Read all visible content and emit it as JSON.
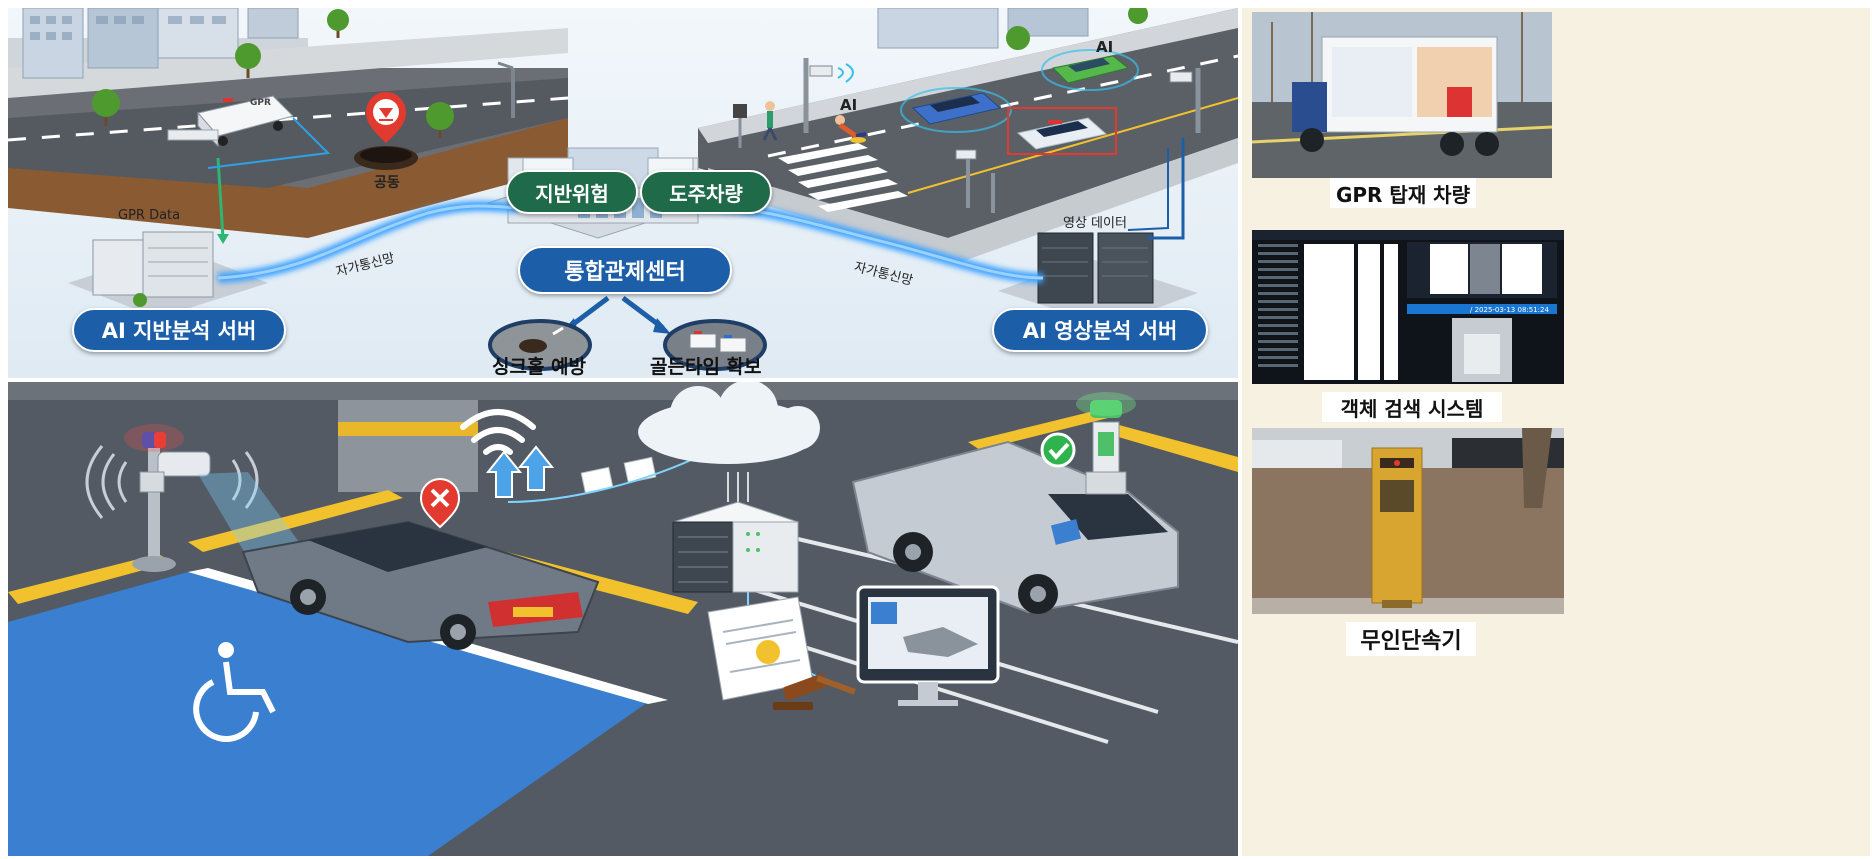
{
  "top_panel": {
    "sinkhole_label": "공동",
    "gpr_data_label": "GPR Data",
    "gpr_van_text": "GPR",
    "ai_label_left": "AI",
    "ai_label_right": "AI",
    "video_data_label": "영상 데이터",
    "network_left_label": "자가통신망",
    "network_right_label": "자가통신망",
    "badge_ground_risk": "지반위험",
    "badge_escaping_vehicle": "도주차량",
    "control_center": "통합관제센터",
    "ai_ground_server": "AI 지반분석 서버",
    "ai_video_server": "AI 영상분석 서버",
    "outcome_sinkhole": "싱크홀 예방",
    "outcome_golden_time": "골든타임 확보"
  },
  "side_panel": {
    "photo1_caption": "GPR 탑재 차량",
    "photo2_caption": "객체 검색 시스템",
    "photo2_timestamp": "/ 2025-03-13 08:51:24",
    "photo3_caption": "무인단속기"
  },
  "colors": {
    "server_pill_blue": "#1c5fa8",
    "badge_green": "#1f6a48",
    "network_glow": "#3aa0ff",
    "parking_blue": "#3a7fd0",
    "side_bg": "#f6f1e1"
  }
}
